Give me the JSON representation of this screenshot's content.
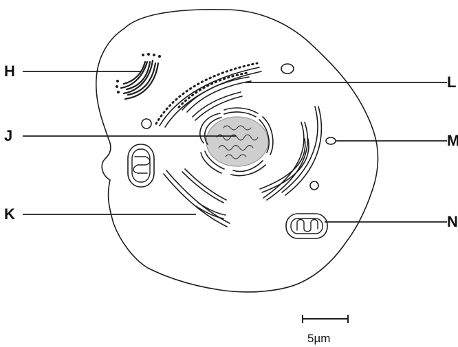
{
  "labels": {
    "h": "H",
    "j": "J",
    "k": "K",
    "l": "L",
    "m": "M",
    "n": "N"
  },
  "scale_bar": {
    "text": "5µm"
  },
  "colors": {
    "line": "#1d1d1d",
    "nucleolus_fill": "#cfcfcf",
    "background": "#ffffff"
  }
}
